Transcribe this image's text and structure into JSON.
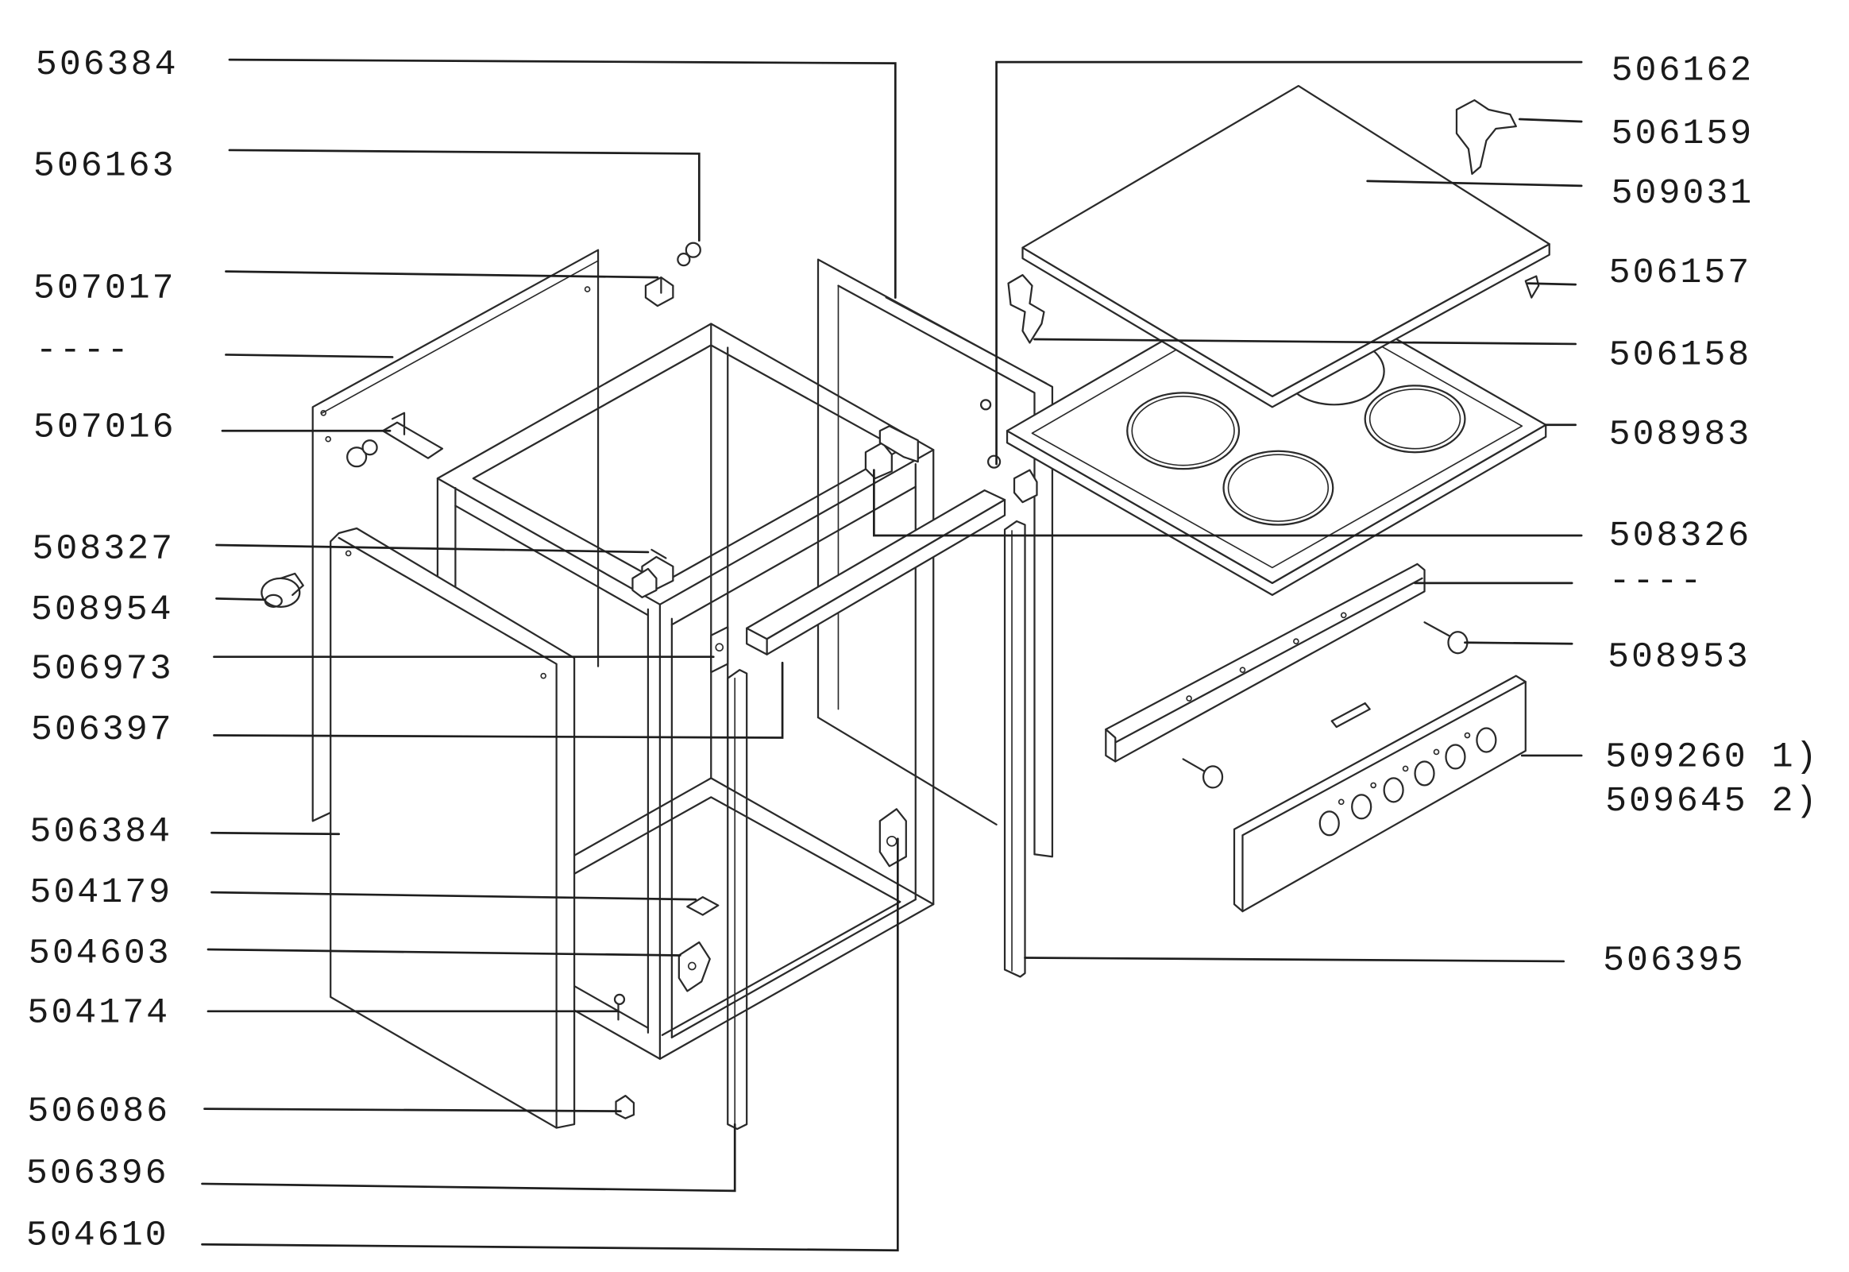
{
  "labels_left": [
    "506384",
    "506163",
    "507017",
    "----",
    "507016",
    "508327",
    "508954",
    "506973",
    "506397",
    "506384",
    "504179",
    "504603",
    "504174",
    "506086",
    "506396",
    "504610"
  ],
  "labels_right": [
    "506162",
    "506159",
    "509031",
    "506157",
    "506158",
    "508983",
    "508326",
    "----",
    "508953",
    "509260 1)",
    "509645 2)",
    "506395"
  ]
}
